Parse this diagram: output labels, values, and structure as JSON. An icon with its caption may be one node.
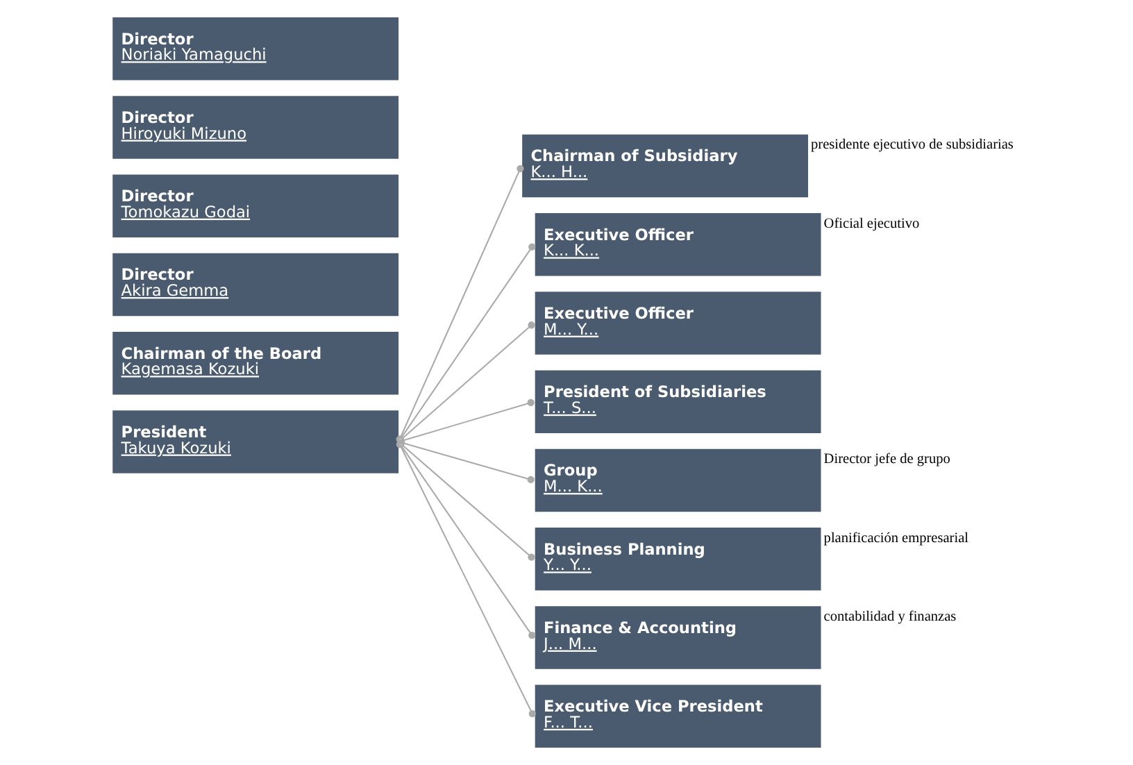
{
  "diagram": {
    "nodes": [
      {
        "text": [
          "President",
          "Takuya Kozuki"
        ]
      },
      {
        "text": [
          "Chairman of the Board",
          "Kagemasa Kozuki"
        ]
      },
      {
        "text": [
          "Director",
          "Akira Gemma"
        ]
      },
      {
        "text": [
          "Director",
          "Tomokazu Godai"
        ]
      },
      {
        "text": [
          "Director",
          "Hiroyuki Mizuno"
        ]
      },
      {
        "text": [
          "Director",
          "Noriaki Yamaguchi"
        ]
      },
      {
        "text": [
          "Chairman of Subsidiary",
          "K... H..."
        ],
        "beside": [
          "presidente ejecutivo de subsidiarias"
        ]
      },
      {
        "text": [
          "Executive Officer",
          "K... K..."
        ],
        "beside": [
          "Oficial ejecutivo"
        ]
      },
      {
        "text": [
          "Executive Officer",
          "M... Y..."
        ]
      },
      {
        "text": [
          "President of Subsidiaries",
          "T... S..."
        ]
      },
      {
        "text": [
          "Group",
          "M... K..."
        ],
        "beside": [
          "Director jefe de grupo"
        ]
      },
      {
        "text": [
          "Business Planning",
          "Y... Y..."
        ],
        "beside": [
          "planificación empresarial"
        ]
      },
      {
        "text": [
          "Finance & Accounting",
          "J... M..."
        ],
        "beside": [
          "contabilidad y finanzas"
        ]
      },
      {
        "text": [
          "Executive Vice President",
          "F... T..."
        ]
      }
    ],
    "edges": [
      {
        "from": 0,
        "to": 6,
        "arrow": "other"
      },
      {
        "from": 0,
        "to": 7,
        "arrow": "other"
      },
      {
        "from": 0,
        "to": 8,
        "arrow": "other"
      },
      {
        "from": 0,
        "to": 9,
        "arrow": "other"
      },
      {
        "from": 0,
        "to": 10,
        "arrow": "other"
      },
      {
        "from": 0,
        "to": 11,
        "arrow": "other"
      },
      {
        "from": 0,
        "to": 12,
        "arrow": "other"
      },
      {
        "from": 0,
        "to": 13,
        "arrow": "other"
      }
    ]
  }
}
